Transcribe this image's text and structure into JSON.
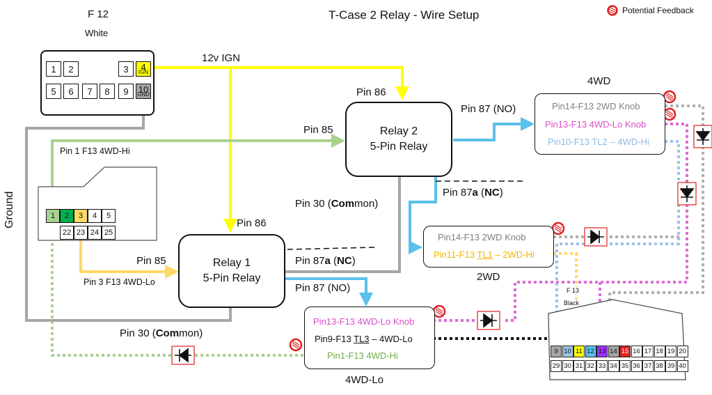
{
  "title": "T-Case 2 Relay - Wire Setup",
  "legend": {
    "label": "Potential Feedback",
    "icon": "no-entry-icon",
    "color": "#e02020"
  },
  "f12": {
    "title": "F 12",
    "color_label": "White",
    "pins_top": [
      "1",
      "2",
      "",
      "",
      "3",
      "4"
    ],
    "pins_bottom": [
      "5",
      "6",
      "7",
      "8",
      "9",
      "10"
    ],
    "pin4_sub": "IGN",
    "pin10_sub": "GND"
  },
  "left_connector": {
    "pins_top": [
      "1",
      "2",
      "3",
      "4",
      "5"
    ],
    "pins_bottom": [
      "",
      "22",
      "23",
      "24",
      "25"
    ]
  },
  "relay1": {
    "line1": "Relay 1",
    "line2": "5-Pin Relay",
    "pin86": "Pin 86",
    "pin85": "Pin 85",
    "pin87a_prefix": "Pin 87",
    "pin87a_bold": "a",
    "pin87a_nc": "NC",
    "pin87": "Pin 87 (NO)",
    "pin30_prefix": "Pin 30 (",
    "pin30_bold": "Com",
    "pin30_rest": "mon)"
  },
  "relay2": {
    "line1": "Relay 2",
    "line2": "5-Pin Relay",
    "pin86": "Pin 86",
    "pin85": "Pin 85",
    "pin87": "Pin 87 (NO)",
    "pin87a_prefix": "Pin 87",
    "pin87a_bold": "a",
    "pin87a_nc": "NC",
    "pin30_prefix": "Pin 30 (",
    "pin30_bold": "Com",
    "pin30_rest": "mon)"
  },
  "wire_labels": {
    "ign": "12v IGN",
    "ground": "Ground",
    "pin1": "Pin 1 F13 4WD-Hi",
    "pin3": "Pin 3 F13 4WD-Lo"
  },
  "box_4wd": {
    "caption": "4WD",
    "line1": "Pin14-F13 2WD Knob",
    "line2": "Pin13-F13 4WD-Lo Knob",
    "line3": "Pin10-F13 TL2 – 4WD-Hi"
  },
  "box_2wd": {
    "caption": "2WD",
    "line1": "Pin14-F13 2WD Knob",
    "line2_a": "Pin11-F13 ",
    "line2_u": "TL1",
    "line2_b": " – 2WD-Hi"
  },
  "box_4wdlo": {
    "caption": "4WD-Lo",
    "line1": "Pin13-F13 4WD-Lo Knob",
    "line2_a": "Pin9-F13 ",
    "line2_u": "TL3",
    "line2_b": " – 4WD-Lo",
    "line3": "Pin1-F13 4WD-Hi"
  },
  "f13": {
    "title": "F 13",
    "color_label": "Black",
    "row1": [
      "9",
      "10",
      "11",
      "12",
      "13",
      "14",
      "15",
      "16",
      "17",
      "18",
      "19",
      "20"
    ],
    "row2": [
      "29",
      "30",
      "31",
      "32",
      "33",
      "34",
      "35",
      "36",
      "37",
      "38",
      "39",
      "40"
    ]
  },
  "colors": {
    "ign": "#ffff00",
    "ground": "#a6a6a6",
    "blue": "#5bc0eb",
    "light_green": "#a9d18e",
    "yellow_orange": "#ffd966",
    "magenta": "#e06bd4",
    "light_blue": "#9dc3e6",
    "gray_dot": "#b0b0b0",
    "dark_green": "#00b050",
    "red": "#e02020",
    "purple": "#9933ff"
  }
}
